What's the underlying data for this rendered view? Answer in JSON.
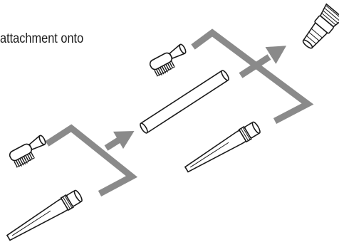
{
  "caption": {
    "text": "attachment onto"
  },
  "colors": {
    "connector": "#8a8a8a",
    "outline": "#1a1a1a",
    "fill": "#ffffff"
  },
  "parts": [
    {
      "name": "brush-nozzle",
      "icon": "brush-nozzle-icon"
    },
    {
      "name": "crevice-tool",
      "icon": "crevice-tool-icon"
    },
    {
      "name": "extension-tube",
      "icon": "extension-tube-icon"
    },
    {
      "name": "hose-end",
      "icon": "hose-end-icon"
    }
  ]
}
